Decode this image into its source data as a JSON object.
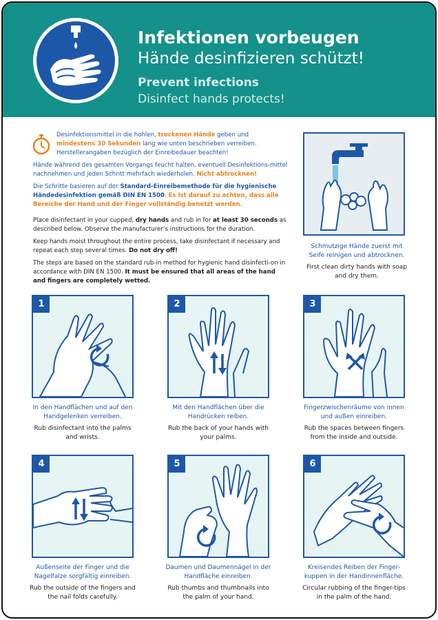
{
  "header": {
    "title_de": "Infektionen vorbeugen",
    "subtitle_de": "Hände desinfizieren schützt!",
    "title_en": "Prevent infections",
    "subtitle_en": "Disinfect hands protects!",
    "logo_icon": "hand-disinfection-mandatory-sign-icon"
  },
  "intro": {
    "de_p1": {
      "a": "Desinfektionsmittel in die hohlen, ",
      "b": "trockenen Hände",
      "c": " geben und ",
      "d": "mindestens 30 Sekunden",
      "e": " lang wie unten beschrieben verreiben. Herstellerangaben bezüglich der Einreibedauer beachten!"
    },
    "de_p2": {
      "a": "Hände während des gesamten Vorgangs feucht halten, eventuell Desinfektions-mittel nachnehmen und jeden Schritt mehrfach wiederholen. ",
      "b": "Nicht abtrocknen!"
    },
    "de_p3": {
      "a": "Die Schritte basieren auf der ",
      "b": "Standard-Einreibemethode für die hygienische Händedesinfektion gemäß DIN EN 1500",
      "c": ". ",
      "d": "Es ist darauf zu achten, dass alle Bereiche der Hand und der Finger vollständig benetzt werden."
    },
    "en_p1": {
      "a": "Place disinfectant in your cupped, ",
      "b": "dry hands",
      "c": " and rub in for ",
      "d": "at least 30 seconds",
      "e": " as described below. Observe the manufacturer’s instructions for the duration."
    },
    "en_p2": {
      "a": "Keep hands moist throughout the entire process, take disinfectant if necessary and repeat each step several times. ",
      "b": "Do not dry off!"
    },
    "en_p3": {
      "a": "The steps are based on the standard rub-in method for hygienic hand disinfecti-on in accordance with DIN EN 1500. ",
      "b": "It must be ensured that all areas of the hand and fingers are completely wetted."
    }
  },
  "prestep": {
    "caption_de": "Schmutzige Hände zuerst mit Seife reinigen und abtrocknen.",
    "caption_en": "First clean dirty hands with soap and dry them."
  },
  "steps": [
    {
      "number": "1",
      "caption_de": "In den Handflächen und auf den Handgelenken verreiben.",
      "caption_en": "Rub disinfectant into the palms and wrists.",
      "motion_icon": "circular-arrow-icon"
    },
    {
      "number": "2",
      "caption_de": "Mit den Handflächen über die Handrücken reiben.",
      "caption_en": "Rub the back of your hands with your palms.",
      "motion_icon": "up-down-arrows-icon"
    },
    {
      "number": "3",
      "caption_de": "Fingerzwischenräume von innen und außen einreiben.",
      "caption_en": "Rub the spaces between fingers from the inside and outside.",
      "motion_icon": "cross-arrows-icon"
    },
    {
      "number": "4",
      "caption_de": "Außenseite der Finger und die Nagelfalze sorgfältig einreiben.",
      "caption_en": "Rub the outside of the fingers and the nail folds carefully.",
      "motion_icon": "up-down-arrows-icon"
    },
    {
      "number": "5",
      "caption_de": "Daumen und Daumennägel in der Handfläche einreiben.",
      "caption_en": "Rub thumbs and thumbnails into the palm of your hand.",
      "motion_icon": "circular-arrow-icon"
    },
    {
      "number": "6",
      "caption_de": "Kreisendes Reiben der Finger-kuppen in der Handinnenfläche.",
      "caption_en": "Circular rubbing of the finger-tips in the palm of the hand.",
      "motion_icon": "circular-arrow-icon"
    }
  ],
  "colors": {
    "teal": "#14918a",
    "blue": "#1d58a8",
    "orange": "#e8821e",
    "panel": "#e6f4f3"
  }
}
